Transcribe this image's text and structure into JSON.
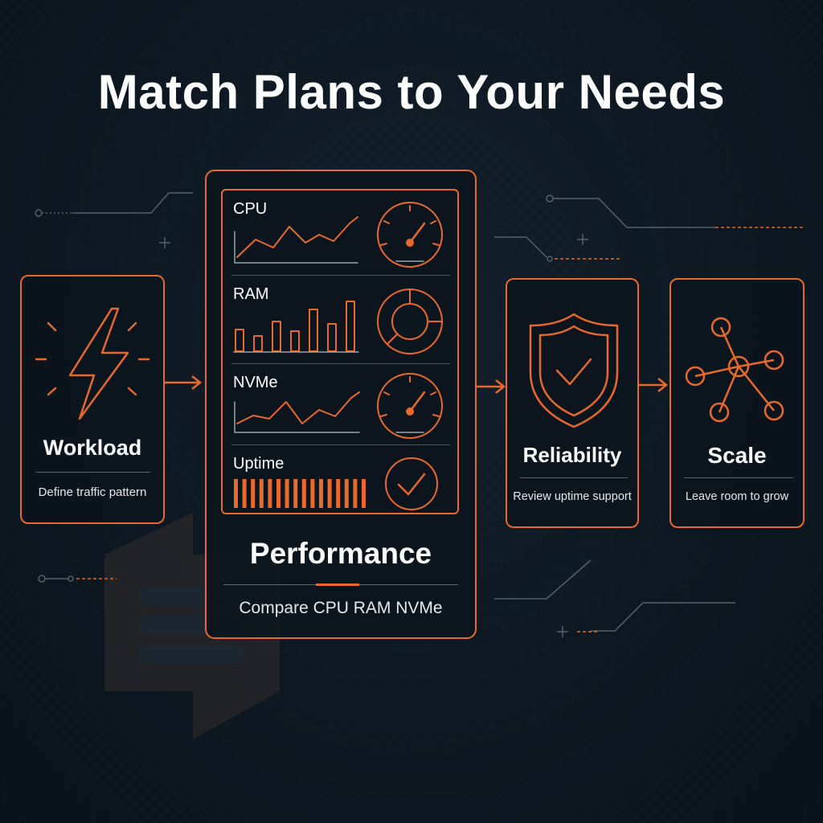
{
  "title": "Match Plans to Your Needs",
  "colors": {
    "accent": "#e8692a",
    "background": "#0d1822",
    "line": "#56606b"
  },
  "cards": {
    "workload": {
      "title": "Workload",
      "subtitle": "Define traffic pattern",
      "icon": "lightning-bolt-icon"
    },
    "performance": {
      "title": "Performance",
      "subtitle": "Compare CPU RAM NVMe",
      "metrics": [
        {
          "label": "CPU",
          "chart": "line",
          "icon": "gauge-icon"
        },
        {
          "label": "RAM",
          "chart": "bar",
          "icon": "donut-ring-icon"
        },
        {
          "label": "NVMe",
          "chart": "line",
          "icon": "gauge-icon"
        },
        {
          "label": "Uptime",
          "chart": "bars",
          "icon": "check-circle-icon"
        }
      ]
    },
    "reliability": {
      "title": "Reliability",
      "subtitle": "Review uptime support",
      "icon": "shield-check-icon"
    },
    "scale": {
      "title": "Scale",
      "subtitle": "Leave room to grow",
      "icon": "network-nodes-icon"
    }
  }
}
